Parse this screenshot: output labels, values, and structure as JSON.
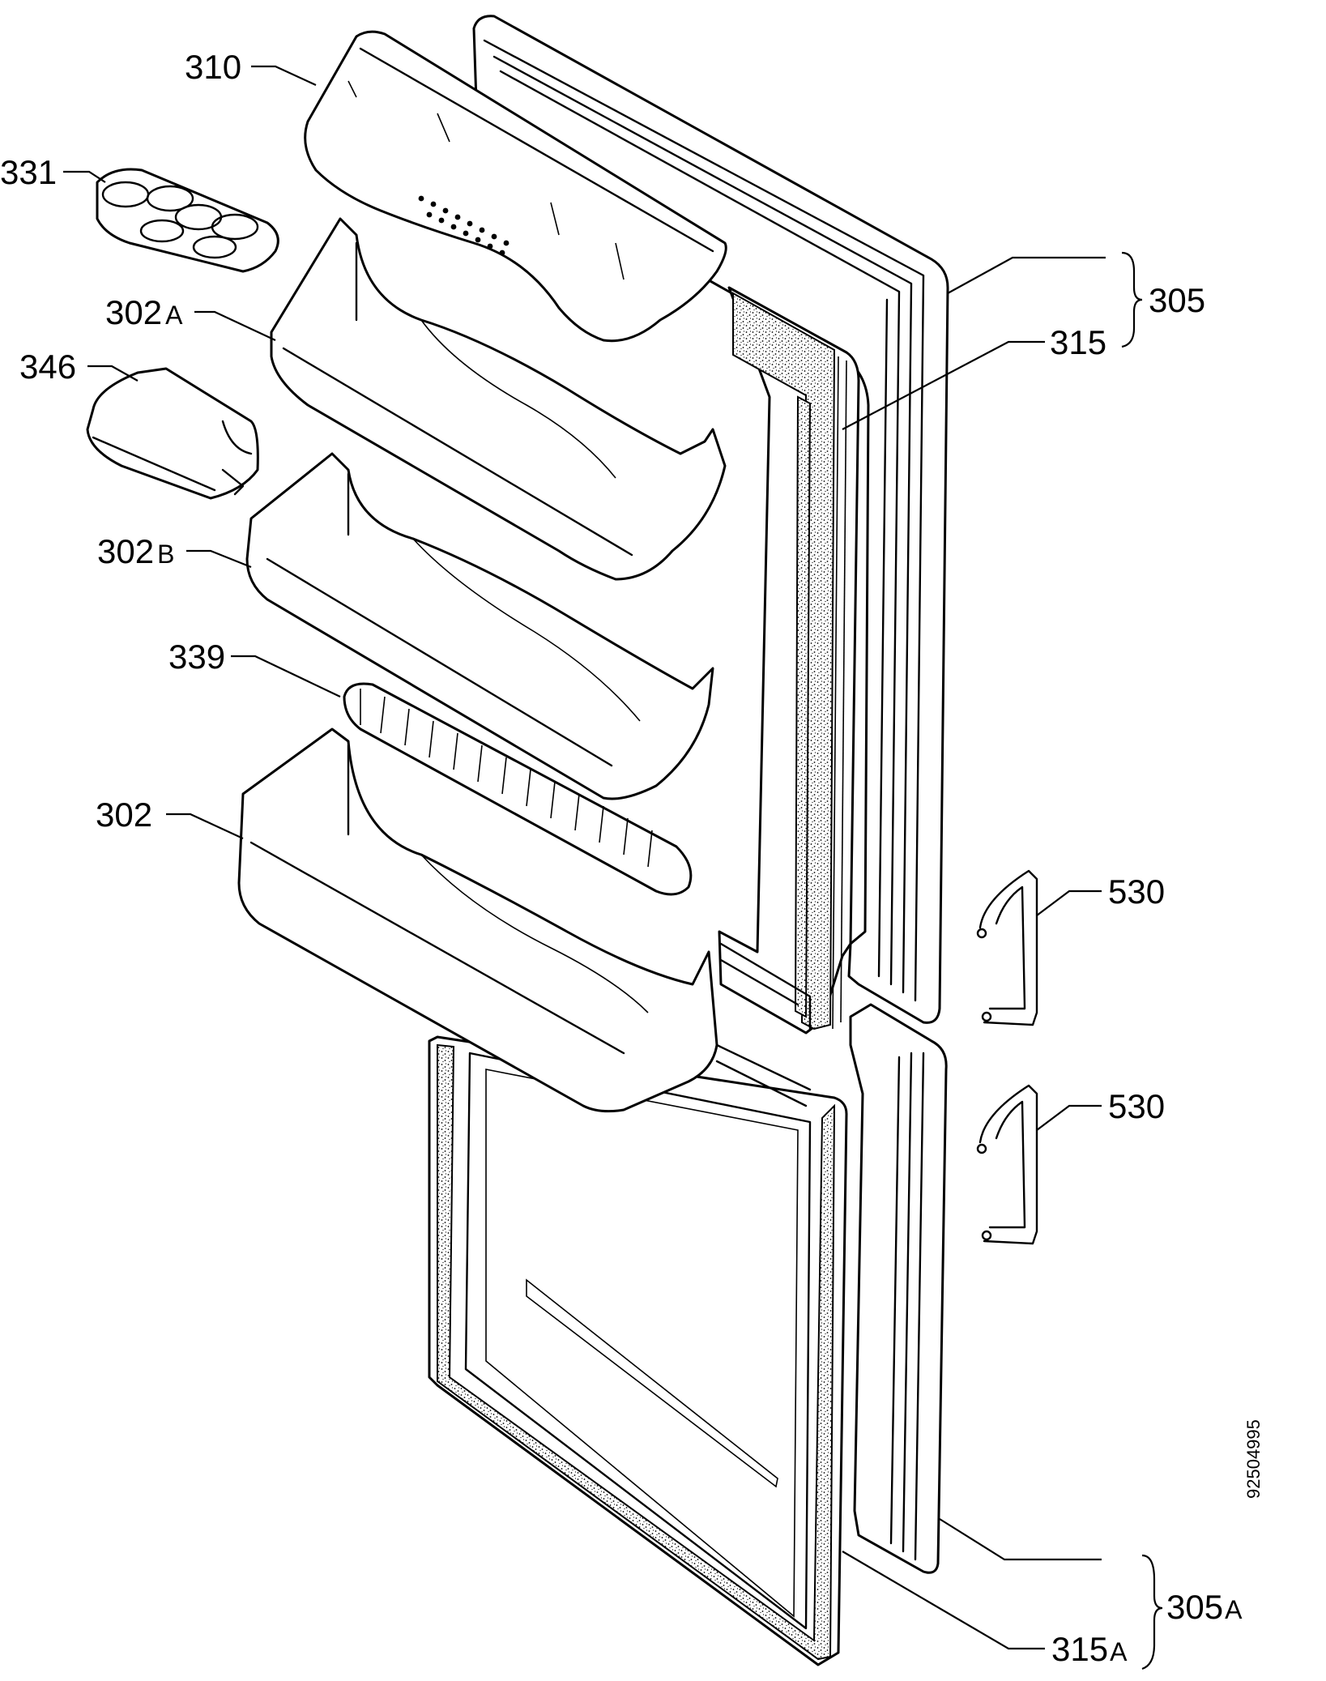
{
  "diagram": {
    "document_number": "92504995",
    "labels": [
      {
        "id": "310",
        "main": "310",
        "sub": ""
      },
      {
        "id": "331",
        "main": "331",
        "sub": ""
      },
      {
        "id": "302a",
        "main": "302",
        "sub": "A"
      },
      {
        "id": "346",
        "main": "346",
        "sub": ""
      },
      {
        "id": "302b",
        "main": "302",
        "sub": "B"
      },
      {
        "id": "339",
        "main": "339",
        "sub": ""
      },
      {
        "id": "302",
        "main": "302",
        "sub": ""
      },
      {
        "id": "305",
        "main": "305",
        "sub": ""
      },
      {
        "id": "315",
        "main": "315",
        "sub": ""
      },
      {
        "id": "530-top",
        "main": "530",
        "sub": ""
      },
      {
        "id": "530-bottom",
        "main": "530",
        "sub": ""
      },
      {
        "id": "305a",
        "main": "305",
        "sub": "A"
      },
      {
        "id": "315a",
        "main": "315",
        "sub": "A"
      }
    ]
  }
}
